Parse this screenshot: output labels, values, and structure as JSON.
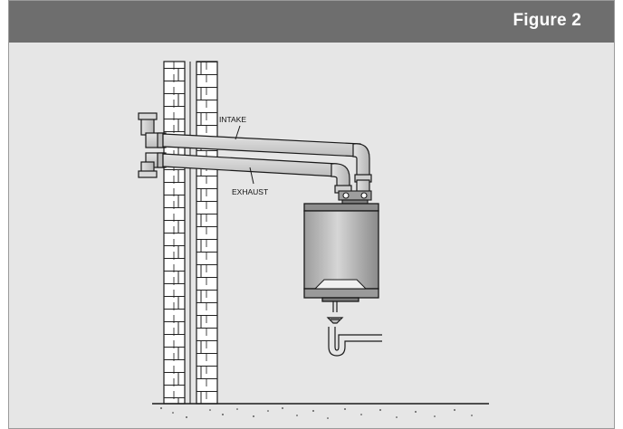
{
  "header": {
    "title": "Figure 2"
  },
  "diagram": {
    "labels": {
      "intake": "INTAKE",
      "exhaust": "EXHAUST"
    }
  },
  "colors": {
    "header_bg": "#6e6e6e",
    "panel_bg": "#e6e6e6",
    "pipe": "#d2d2d2",
    "tank": "#c8c8c8",
    "line": "#1a1a1a"
  }
}
